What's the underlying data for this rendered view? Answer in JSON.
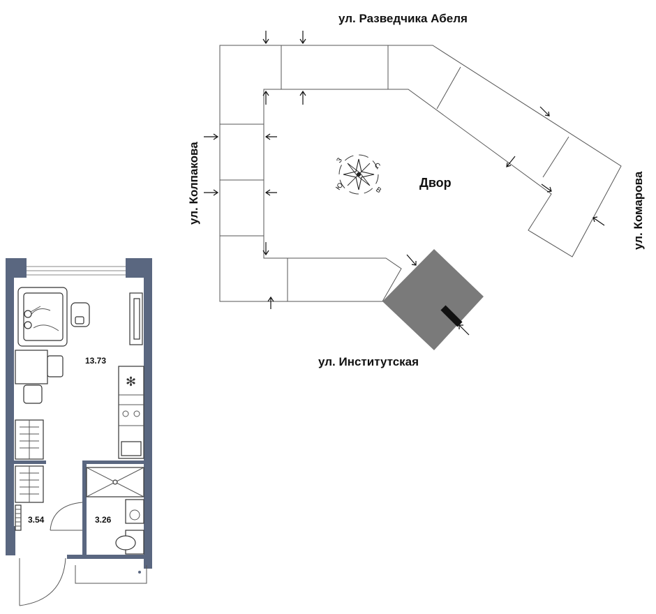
{
  "streets": {
    "top": "ул. Разведчика Абеля",
    "left": "ул. Колпакова",
    "right": "ул. Комарова",
    "bottom": "ул. Институтская"
  },
  "yard_label": "Двор",
  "compass": {
    "north": "С",
    "east": "В",
    "south": "Ю",
    "west": "З"
  },
  "rooms": [
    {
      "name": "living-room",
      "area": "13.73"
    },
    {
      "name": "hallway",
      "area": "3.54"
    },
    {
      "name": "bathroom",
      "area": "3.26"
    }
  ],
  "colors": {
    "wall": "#5a6780",
    "building": "#7a7a7a",
    "outline": "#555555"
  }
}
